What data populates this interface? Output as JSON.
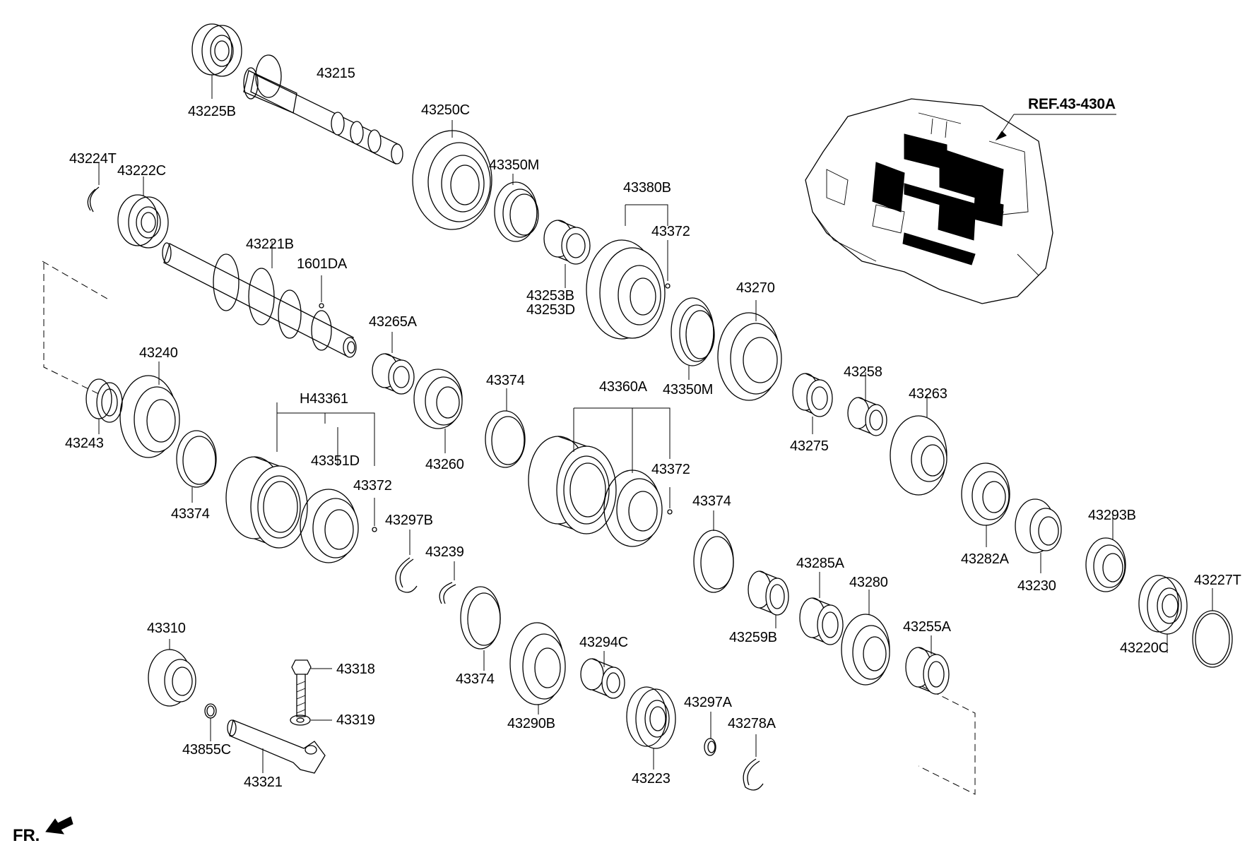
{
  "reference": {
    "text": "REF.43-430A"
  },
  "direction": {
    "text": "FR."
  },
  "parts": [
    {
      "no": "43225B"
    },
    {
      "no": "43215"
    },
    {
      "no": "43250C"
    },
    {
      "no": "43224T"
    },
    {
      "no": "43222C"
    },
    {
      "no": "43350M"
    },
    {
      "no": "43380B"
    },
    {
      "no": "43372"
    },
    {
      "no": "43221B"
    },
    {
      "no": "1601DA"
    },
    {
      "no": "43253B"
    },
    {
      "no": "43253D"
    },
    {
      "no": "43270"
    },
    {
      "no": "43265A"
    },
    {
      "no": "43350M"
    },
    {
      "no": "43240"
    },
    {
      "no": "43258"
    },
    {
      "no": "43374"
    },
    {
      "no": "43360A"
    },
    {
      "no": "H43361"
    },
    {
      "no": "43263"
    },
    {
      "no": "43243"
    },
    {
      "no": "43275"
    },
    {
      "no": "43351D"
    },
    {
      "no": "43260"
    },
    {
      "no": "43372"
    },
    {
      "no": "43372"
    },
    {
      "no": "43374"
    },
    {
      "no": "43297B"
    },
    {
      "no": "43374"
    },
    {
      "no": "43282A"
    },
    {
      "no": "43293B"
    },
    {
      "no": "43239"
    },
    {
      "no": "43230"
    },
    {
      "no": "43285A"
    },
    {
      "no": "43280"
    },
    {
      "no": "43227T"
    },
    {
      "no": "43259B"
    },
    {
      "no": "43310"
    },
    {
      "no": "43294C"
    },
    {
      "no": "43255A"
    },
    {
      "no": "43318"
    },
    {
      "no": "43374"
    },
    {
      "no": "43220C"
    },
    {
      "no": "43297A"
    },
    {
      "no": "43319"
    },
    {
      "no": "43290B"
    },
    {
      "no": "43278A"
    },
    {
      "no": "43855C"
    },
    {
      "no": "43321"
    },
    {
      "no": "43223"
    }
  ]
}
